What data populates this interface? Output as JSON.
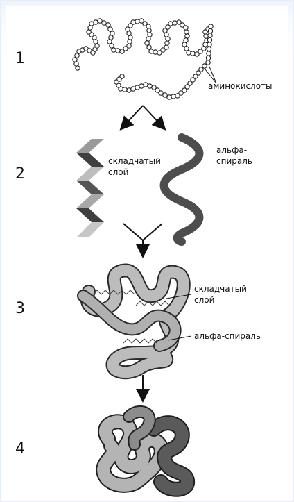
{
  "stages": {
    "s1": "1",
    "s2": "2",
    "s3": "3",
    "s4": "4"
  },
  "labels": {
    "amino_acids": "аминокислоты",
    "pleated_sheet_1": "складчатый",
    "pleated_sheet_1b": "слой",
    "alpha_helix_1a": "альфа-",
    "alpha_helix_1b": "спираль",
    "pleated_sheet_2": "складчатый",
    "pleated_sheet_2b": "слой",
    "alpha_helix_2": "альфа-спираль"
  },
  "colors": {
    "dark_gray": "#4a4a4a",
    "mid_gray": "#8a8a8a",
    "light_gray": "#c8c8c8",
    "arrow": "#111111"
  }
}
